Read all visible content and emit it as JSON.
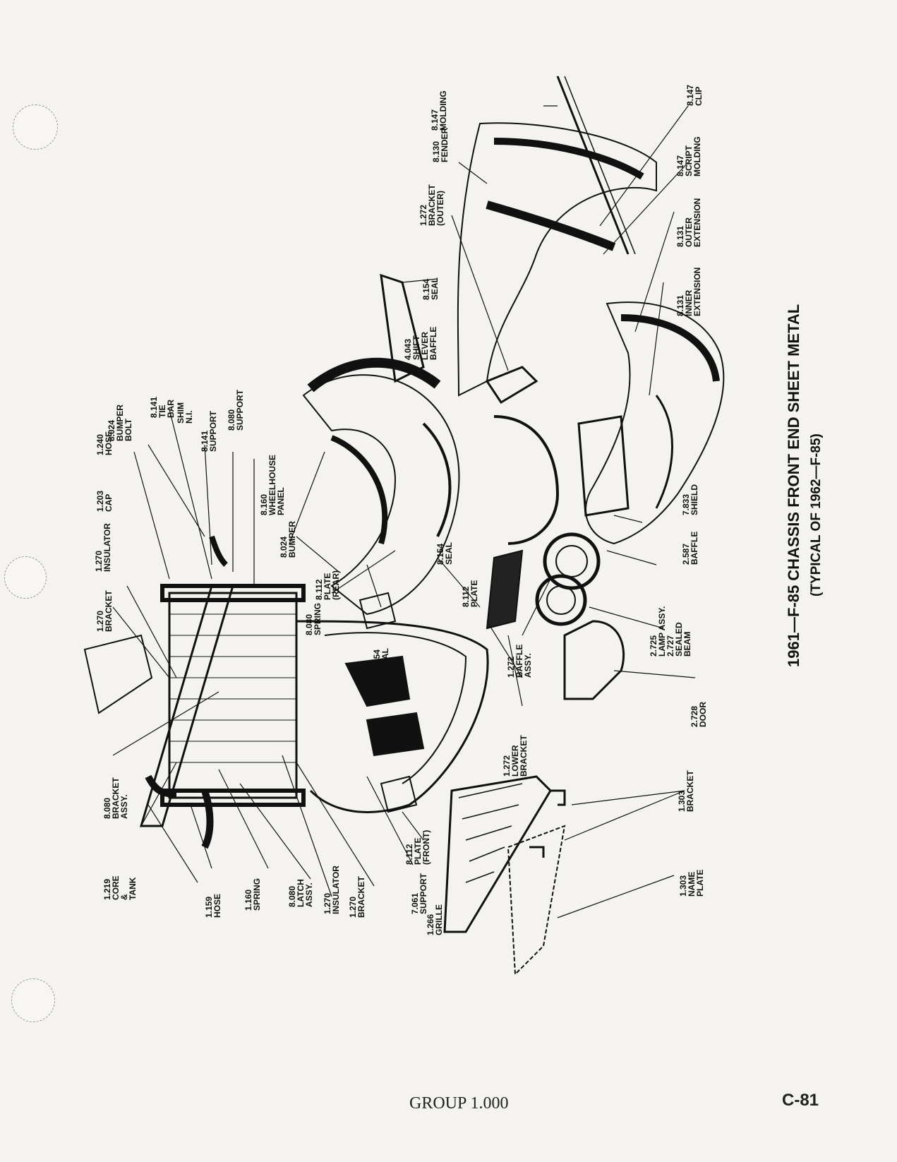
{
  "title": {
    "line1": "1961—F-85 CHASSIS FRONT END SHEET METAL",
    "line2": "(TYPICAL OF 1962—F-85)"
  },
  "footer": {
    "group": "GROUP 1.000",
    "page": "C-81"
  },
  "callouts": [
    "1.219\nCORE\n&\nTANK",
    "8.080\nBRACKET\nASSY.",
    "1.270\nBRACKET",
    "1.270\nINSULATOR",
    "1.203\nCAP",
    "1.240\nHOSE",
    "8.024\nBUMPER\nBOLT",
    "8.141\nTIE\nBAR",
    "SHIM\nN.I.",
    "8.141\nSUPPORT",
    "8.080\nSUPPORT",
    "8.160\nWHEELHOUSE\nPANEL",
    "8.024\nBUMPER",
    "8.080\nSPRING",
    "8.112\nPLATE\n(REAR)",
    "8.154\nSEAL",
    "8.154\nSEAL",
    "8.112\nPLATE",
    "4.043\nSHIFT\nLEVER\nBAFFLE",
    "8.154\nSEAL",
    "1.272\nBRACKET\n(OUTER)",
    "8.130\nFENDER",
    "8.147\nMOLDING",
    "8.147\nCLIP",
    "8.147\nSCRIPT\nMOLDING",
    "8.131\nOUTER\nEXTENSION",
    "8.131\nINNER\nEXTENSION",
    "7.833\nSHIELD",
    "2.587\nBAFFLE",
    "2.725\nLAMP ASSY.\n2.727\nSEALED\nBEAM",
    "1.272\nBAFFLE\nASSY.",
    "2.728\nDOOR",
    "1.272\nLOWER\nBRACKET",
    "1.303\nBRACKET",
    "1.303\nNAME\nPLATE",
    "1.266\nGRILLE",
    "7.061\nSUPPORT",
    "8.112\nPLATE\n(FRONT)",
    "1.270\nBRACKET",
    "1.270\nINSULATOR",
    "8.080\nLATCH\nASSY.",
    "1.160\nSPRING",
    "1.159\nHOSE"
  ]
}
